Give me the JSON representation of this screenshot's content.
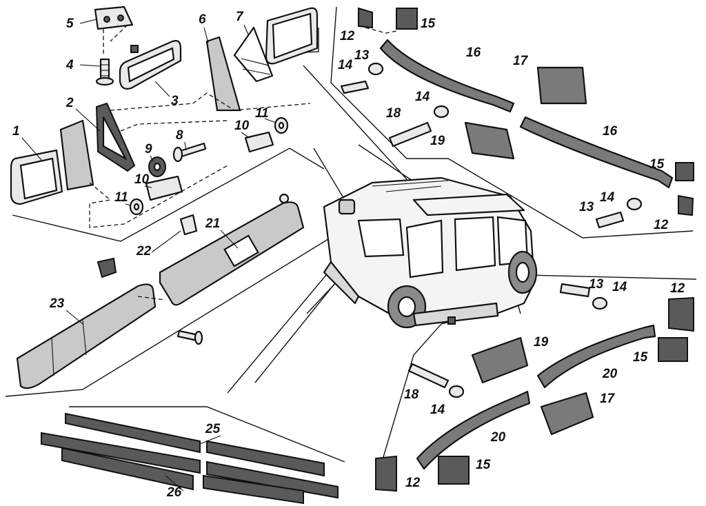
{
  "callouts": [
    {
      "id": "c1",
      "text": "1"
    },
    {
      "id": "c2",
      "text": "2"
    },
    {
      "id": "c3",
      "text": "3"
    },
    {
      "id": "c4",
      "text": "4"
    },
    {
      "id": "c5",
      "text": "5"
    },
    {
      "id": "c6",
      "text": "6"
    },
    {
      "id": "c7",
      "text": "7"
    },
    {
      "id": "c8",
      "text": "8"
    },
    {
      "id": "c9",
      "text": "9"
    },
    {
      "id": "c10a",
      "text": "10"
    },
    {
      "id": "c10b",
      "text": "10"
    },
    {
      "id": "c11a",
      "text": "11"
    },
    {
      "id": "c11b",
      "text": "11"
    },
    {
      "id": "c12a",
      "text": "12"
    },
    {
      "id": "c12b",
      "text": "12"
    },
    {
      "id": "c12c",
      "text": "12"
    },
    {
      "id": "c12d",
      "text": "12"
    },
    {
      "id": "c13a",
      "text": "13"
    },
    {
      "id": "c13b",
      "text": "13"
    },
    {
      "id": "c13c",
      "text": "13"
    },
    {
      "id": "c14a",
      "text": "14"
    },
    {
      "id": "c14b",
      "text": "14"
    },
    {
      "id": "c14c",
      "text": "14"
    },
    {
      "id": "c14d",
      "text": "14"
    },
    {
      "id": "c14e",
      "text": "14"
    },
    {
      "id": "c15a",
      "text": "15"
    },
    {
      "id": "c15b",
      "text": "15"
    },
    {
      "id": "c15c",
      "text": "15"
    },
    {
      "id": "c15d",
      "text": "15"
    },
    {
      "id": "c16a",
      "text": "16"
    },
    {
      "id": "c16b",
      "text": "16"
    },
    {
      "id": "c17a",
      "text": "17"
    },
    {
      "id": "c17b",
      "text": "17"
    },
    {
      "id": "c18a",
      "text": "18"
    },
    {
      "id": "c18b",
      "text": "18"
    },
    {
      "id": "c19a",
      "text": "19"
    },
    {
      "id": "c19b",
      "text": "19"
    },
    {
      "id": "c20a",
      "text": "20"
    },
    {
      "id": "c20b",
      "text": "20"
    },
    {
      "id": "c21",
      "text": "21"
    },
    {
      "id": "c22",
      "text": "22"
    },
    {
      "id": "c23",
      "text": "23"
    },
    {
      "id": "c25",
      "text": "25"
    },
    {
      "id": "c26",
      "text": "26"
    }
  ]
}
